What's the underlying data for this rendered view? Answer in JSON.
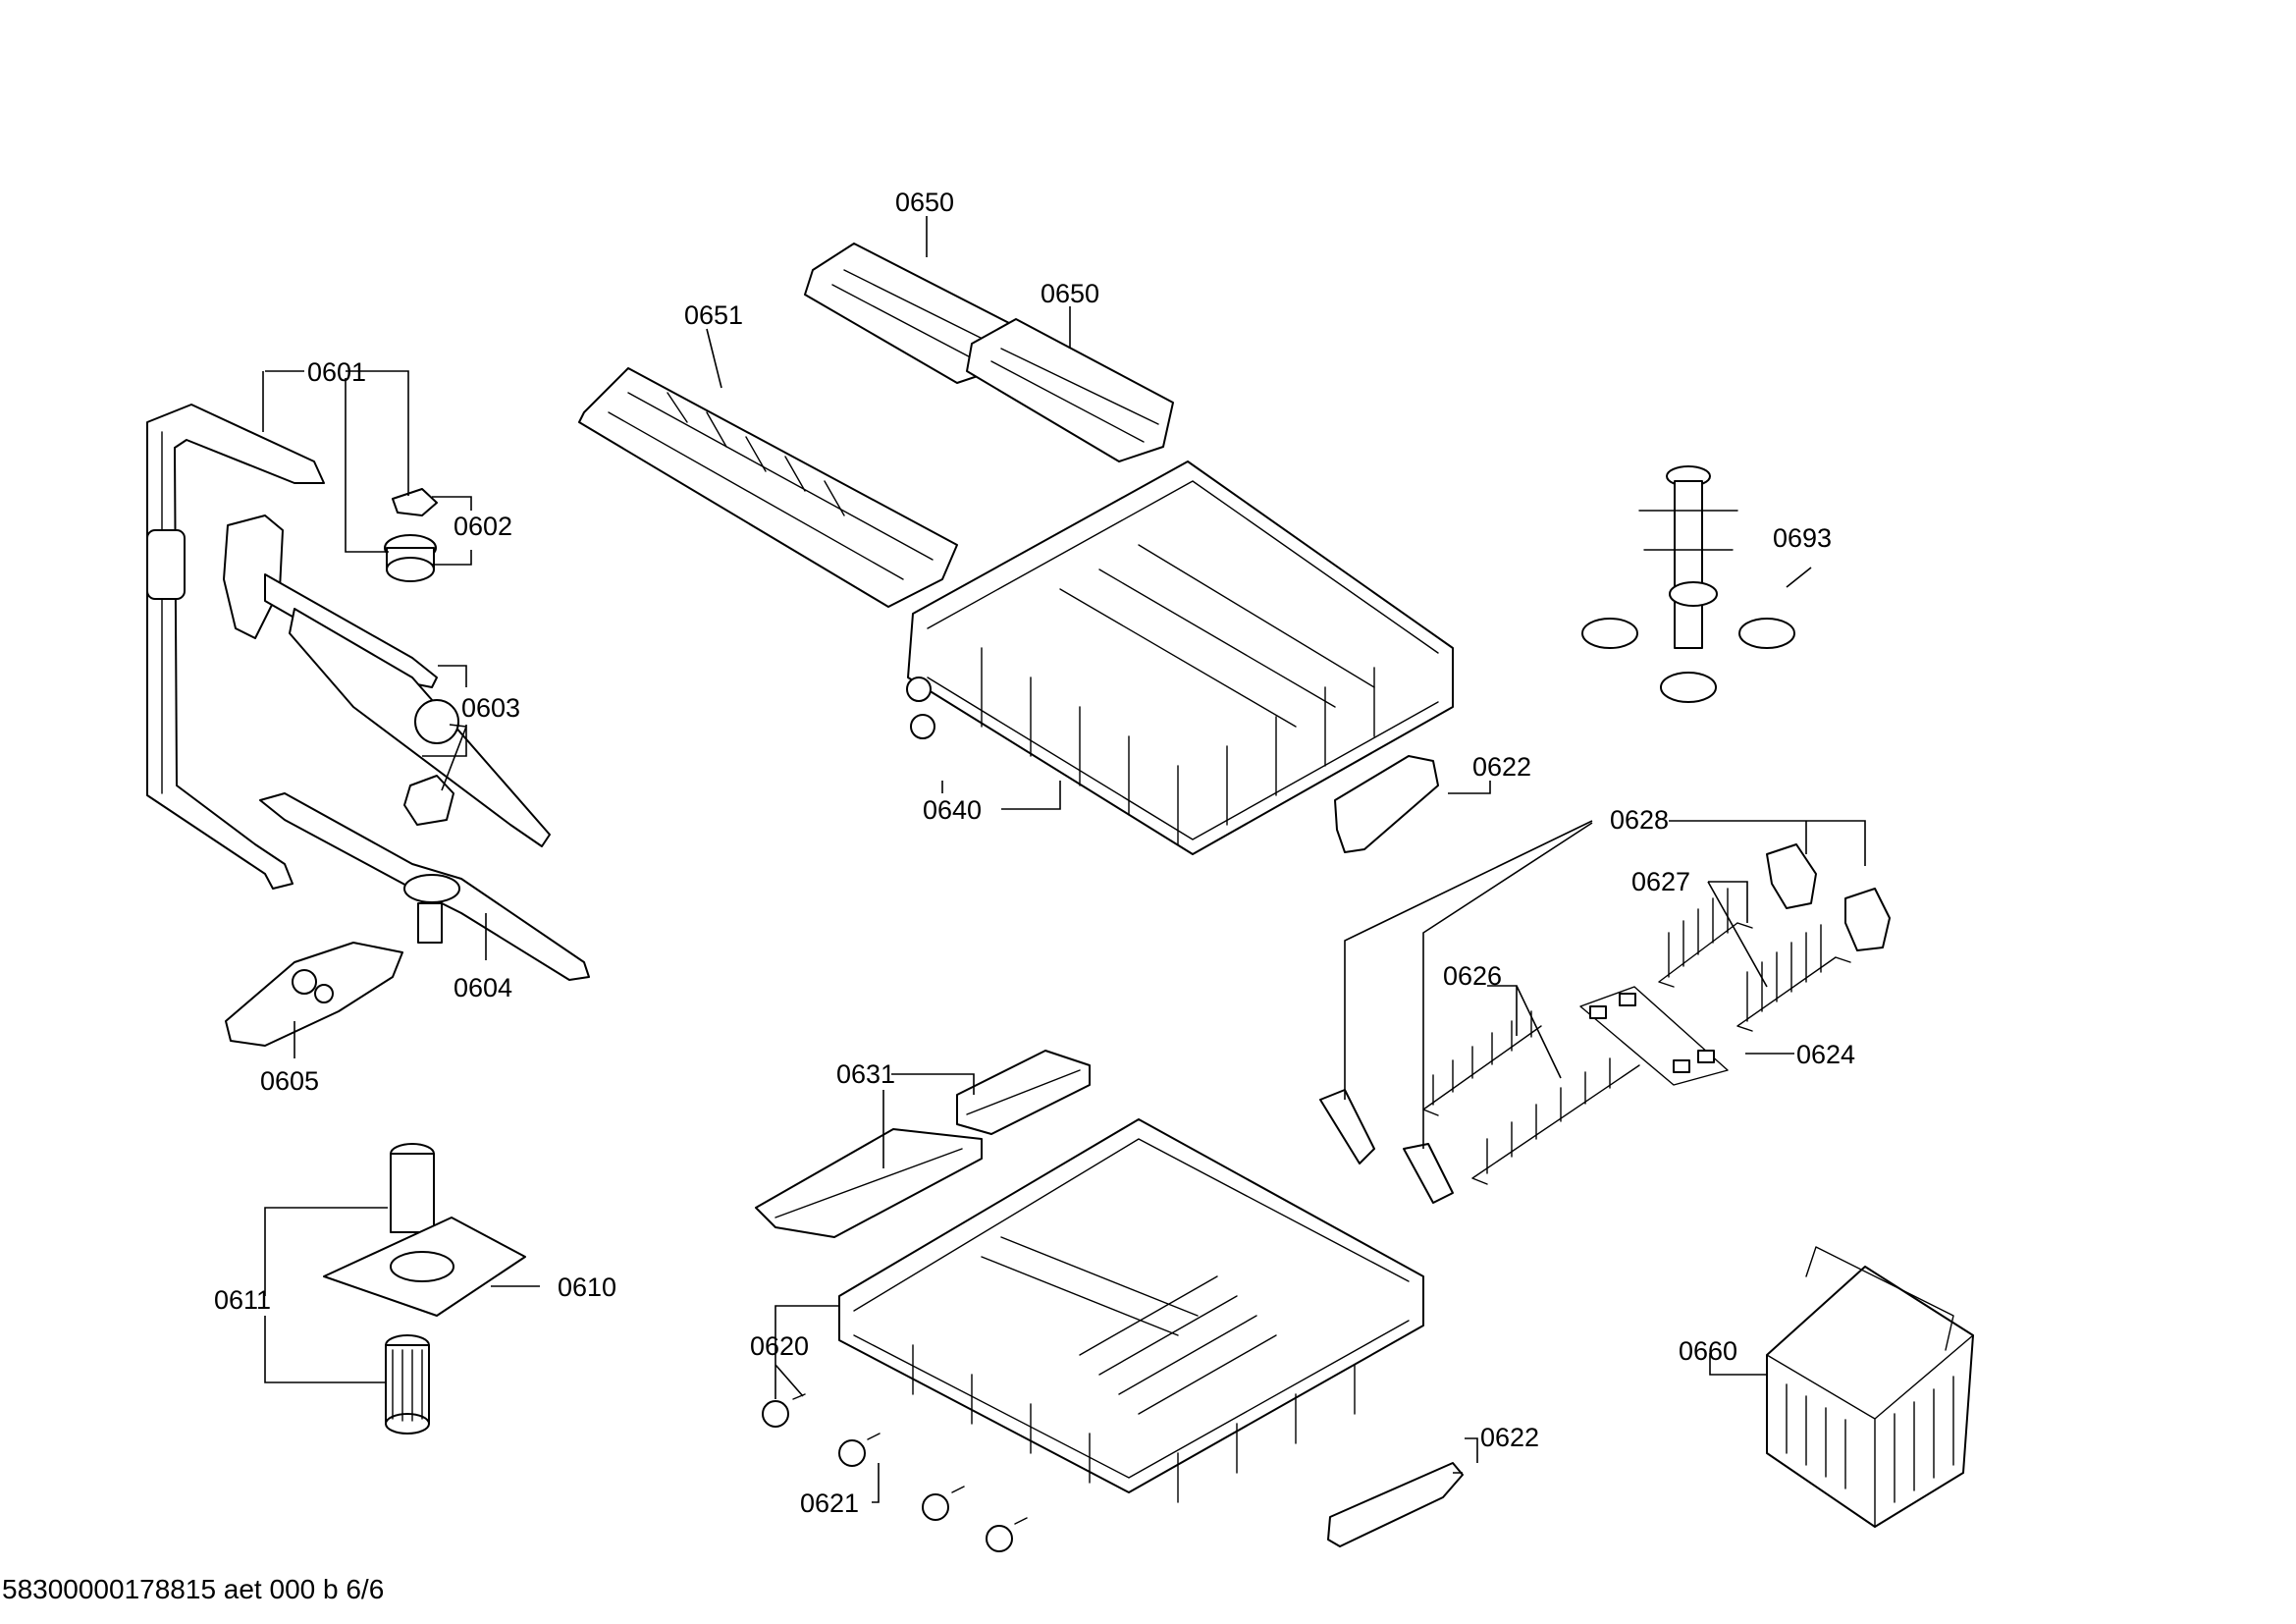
{
  "callouts": {
    "c0601": "0601",
    "c0602": "0602",
    "c0603": "0603",
    "c0604": "0604",
    "c0605": "0605",
    "c0610": "0610",
    "c0611": "0611",
    "c0620": "0620",
    "c0621": "0621",
    "c0622a": "0622",
    "c0622b": "0622",
    "c0624": "0624",
    "c0626": "0626",
    "c0627": "0627",
    "c0628": "0628",
    "c0631": "0631",
    "c0640": "0640",
    "c0650a": "0650",
    "c0650b": "0650",
    "c0651": "0651",
    "c0660": "0660",
    "c0693": "0693"
  },
  "footer": "58300000178815 aet 000 b 6/6"
}
